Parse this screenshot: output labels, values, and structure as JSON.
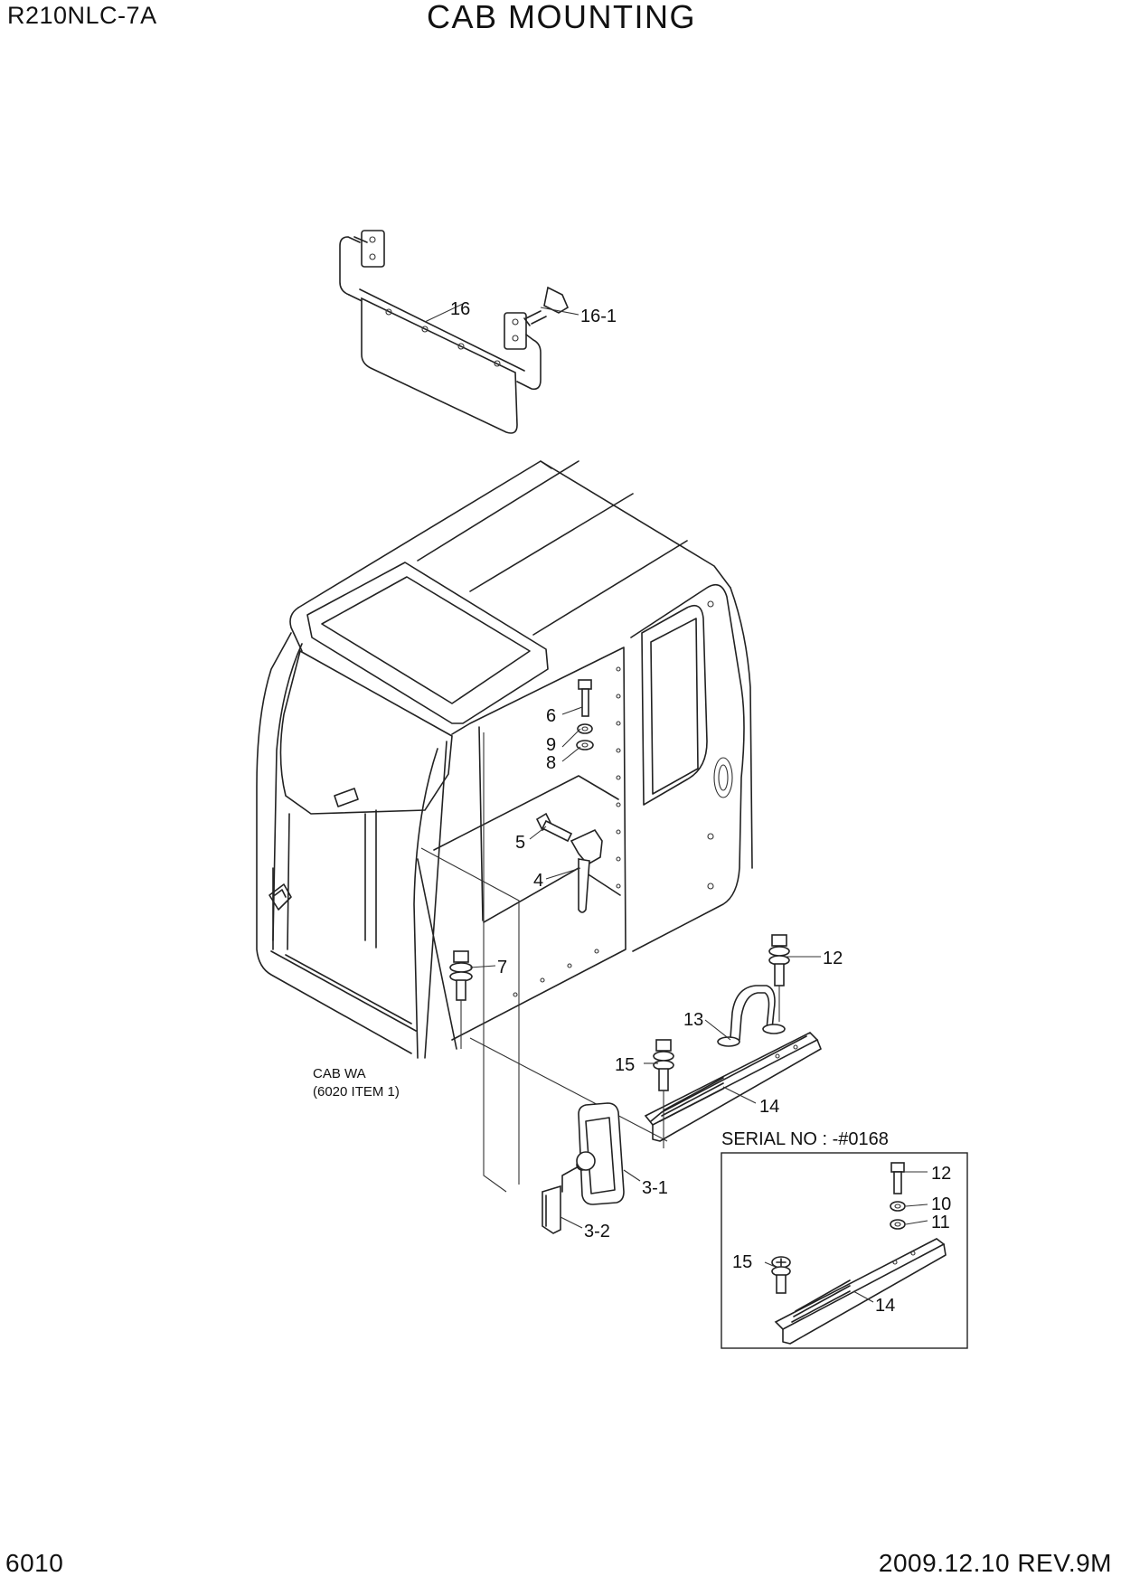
{
  "header": {
    "model": "R210NLC-7A",
    "title": "CAB MOUNTING"
  },
  "footer": {
    "page_number": "6010",
    "revision": "2009.12.10  REV.9M"
  },
  "cab_note": {
    "line1": "CAB WA",
    "line2": "(6020 ITEM 1)"
  },
  "serial_box": {
    "title": "SERIAL NO : -#0168"
  },
  "callouts": {
    "c16": "16",
    "c16_1": "16-1",
    "c6": "6",
    "c9": "9",
    "c8": "8",
    "c5": "5",
    "c4": "4",
    "c7": "7",
    "c12": "12",
    "c13": "13",
    "c15": "15",
    "c14": "14",
    "c3_1": "3-1",
    "c3_2": "3-2",
    "s12": "12",
    "s10": "10",
    "s11": "11",
    "s15": "15",
    "s14": "14"
  }
}
